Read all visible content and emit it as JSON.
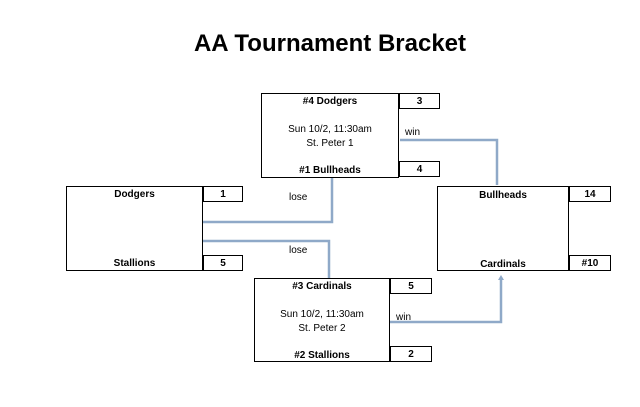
{
  "title": "AA Tournament Bracket",
  "game_top": {
    "team_a": "#4 Dodgers",
    "score_a": "3",
    "date": "Sun 10/2, 11:30am",
    "venue": "St. Peter 1",
    "team_b": "#1 Bullheads",
    "score_b": "4"
  },
  "game_bottom": {
    "team_a": "#3 Cardinals",
    "score_a": "5",
    "date": "Sun 10/2, 11:30am",
    "venue": "St. Peter 2",
    "team_b": "#2 Stallions",
    "score_b": "2"
  },
  "game_left": {
    "team_a": "Dodgers",
    "score_a": "1",
    "team_b": "Stallions",
    "score_b": "5"
  },
  "game_right": {
    "team_a": "Bullheads",
    "score_a": "14",
    "team_b": "Cardinals",
    "score_b": "#10"
  },
  "labels": {
    "win_top": "win",
    "win_bottom": "win",
    "lose_top": "lose",
    "lose_bottom": "lose"
  },
  "colors": {
    "connector": "#8fa9c8"
  }
}
